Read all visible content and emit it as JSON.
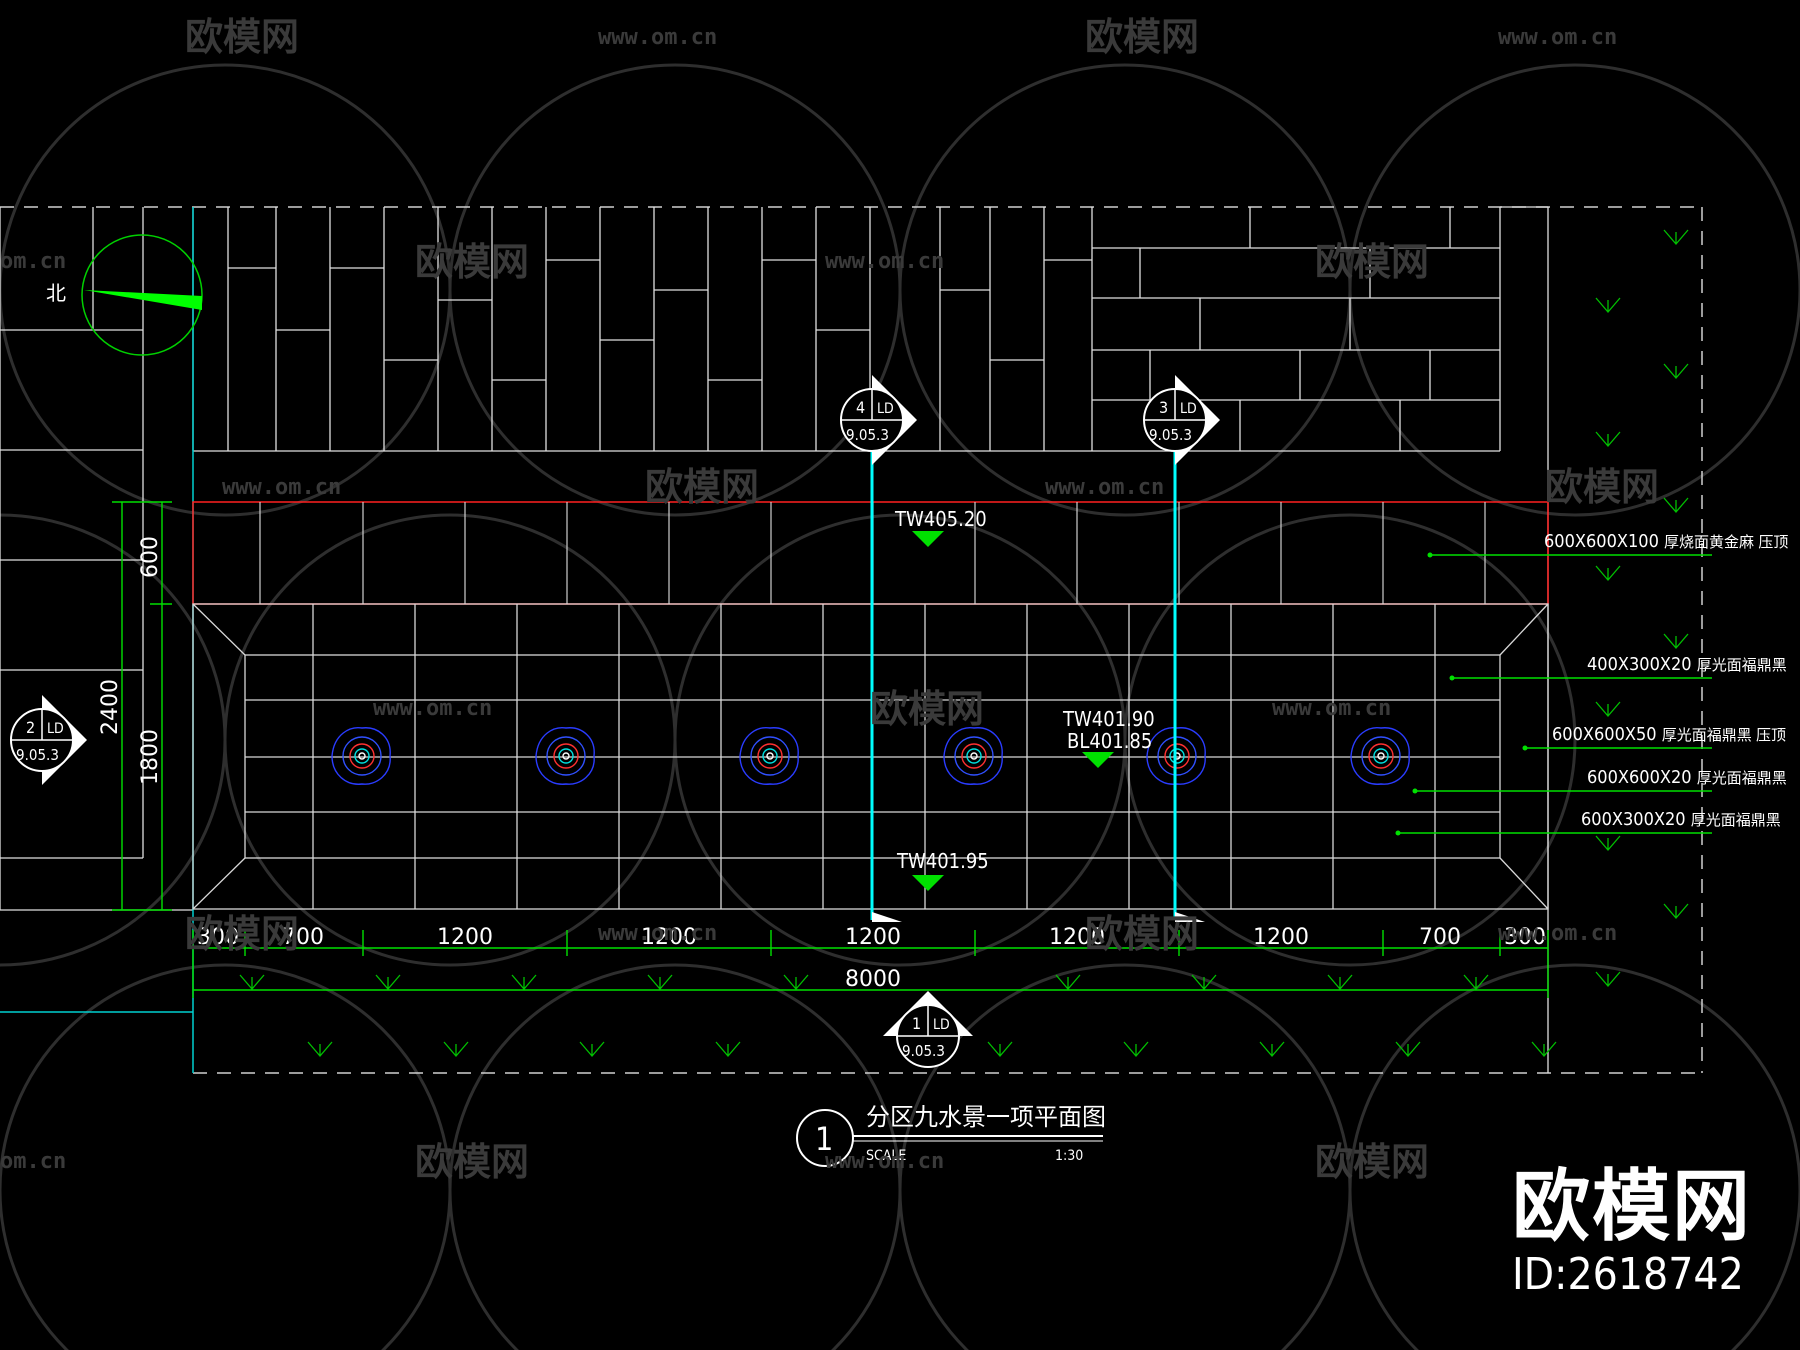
{
  "watermark": {
    "brand": "欧模网",
    "url": "www.om.cn",
    "url_partial": "om.cn"
  },
  "north_label": "北",
  "section_markers": [
    {
      "number": "4",
      "sheet": "LD",
      "ref": "9.05.3"
    },
    {
      "number": "3",
      "sheet": "LD",
      "ref": "9.05.3"
    },
    {
      "number": "2",
      "sheet": "LD",
      "ref": "9.05.3"
    },
    {
      "number": "1",
      "sheet": "LD",
      "ref": "9.05.3"
    }
  ],
  "elevations": {
    "top_wall": "TW405.20",
    "pool_mid_tw": "TW401.90",
    "pool_mid_bl": "BL401.85",
    "pool_front": "TW401.95"
  },
  "material_notes": [
    {
      "size": "600X600X100",
      "desc": "厚烧面黄金麻 压顶"
    },
    {
      "size": "400X300X20",
      "desc": "厚光面福鼎黑"
    },
    {
      "size": "600X600X50",
      "desc": "厚光面福鼎黑 压顶"
    },
    {
      "size": "600X600X20",
      "desc": "厚光面福鼎黑"
    },
    {
      "size": "600X300X20",
      "desc": "厚光面福鼎黑"
    }
  ],
  "dimensions": {
    "segments": [
      "300",
      "700",
      "1200",
      "1200",
      "1200",
      "1200",
      "1200",
      "700",
      "300"
    ],
    "total": "8000",
    "vertical_total": "2400",
    "vertical_upper": "600",
    "vertical_lower": "1800"
  },
  "title_block": {
    "number": "1",
    "title": "分区九水景一项平面图",
    "scale_label": "SCALE",
    "scale_value": "1:30"
  },
  "brand_corner": {
    "name": "欧模网",
    "id": "ID:2618742"
  },
  "colors": {
    "background": "#000000",
    "linework": "#e8e8e8",
    "dimension": "#00ff00",
    "section_line": "#00ffff",
    "coping_edge": "#ff2020",
    "fountain": "#2a3cff",
    "watermark": "#3a3a3a"
  }
}
